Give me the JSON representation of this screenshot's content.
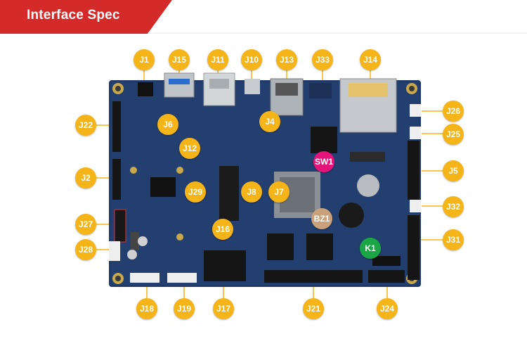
{
  "header": {
    "title": "Interface Spec",
    "bar_color": "#d42a2a",
    "stripe_color": "#b71f1f"
  },
  "board": {
    "pcb_color": "#1f3a68",
    "callout_color": "#f5b418"
  },
  "labels": {
    "J1": "J1",
    "J15": "J15",
    "J11": "J11",
    "J10": "J10",
    "J13": "J13",
    "J33": "J33",
    "J14": "J14",
    "J26": "J26",
    "J25": "J25",
    "J5": "J5",
    "J32": "J32",
    "J31": "J31",
    "J22": "J22",
    "J2": "J2",
    "J27": "J27",
    "J28": "J28",
    "J18": "J18",
    "J19": "J19",
    "J17": "J17",
    "J21": "J21",
    "J24": "J24",
    "J6": "J6",
    "J12": "J12",
    "J29": "J29",
    "J16": "J16",
    "J8": "J8",
    "J7": "J7",
    "J4": "J4",
    "SW1": "SW1",
    "BZ1": "BZ1",
    "K1": "K1"
  }
}
